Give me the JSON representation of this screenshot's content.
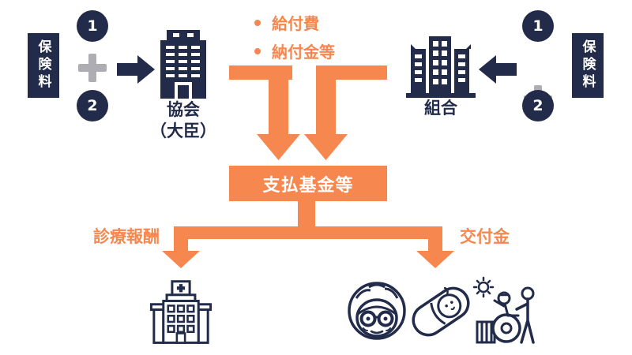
{
  "palette": {
    "navy": "#222C4A",
    "orange": "#F6874E",
    "gray": "#ADADB3",
    "white": "#FFFFFF"
  },
  "left_group": {
    "premium_label": "保険料",
    "badge_1": "1",
    "badge_2": "2",
    "plus_icon": "plus-icon",
    "arrow_icon": "arrow-right-icon",
    "building_icon": "office-building-icon",
    "entity_name": "協会",
    "entity_suffix": "（大臣）"
  },
  "right_group": {
    "premium_label": "保険料",
    "badge_1": "1",
    "badge_2": "2",
    "plus_icon": "plus-icon",
    "arrow_icon": "arrow-left-icon",
    "building_icon": "city-buildings-icon",
    "entity_name": "組合"
  },
  "payments": {
    "items": [
      "給付費",
      "納付金等"
    ]
  },
  "fund_box": {
    "label": "支払基金等"
  },
  "branches": {
    "left_label": "診療報酬",
    "right_label": "交付金"
  },
  "recipients": {
    "left_icon": "hospital-icon",
    "right_icons": [
      "elderly-person-icon",
      "baby-icon",
      "wheelchair-caregiver-icon",
      "sun-icon"
    ]
  }
}
